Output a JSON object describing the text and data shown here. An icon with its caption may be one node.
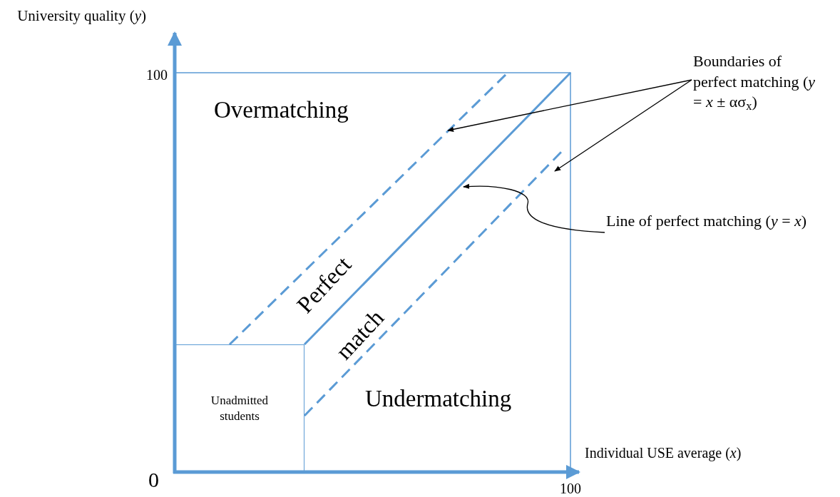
{
  "diagram": {
    "nodes": [
      {
        "text": [
          "Unadmitted students"
        ]
      },
      {
        "text": [
          "Boundaries of perfect matching (*y* = *x* ± ασ$_{x}$)"
        ]
      },
      {
        "text": [
          "Line of perfect matching (*y* = *x*)"
        ]
      }
    ],
    "edges": [
      {
        "from": 1,
        "to": null,
        "arrow": "to"
      },
      {
        "from": 1,
        "to": null,
        "arrow": "to"
      },
      {
        "from": 2,
        "to": null,
        "arrow": "to"
      }
    ],
    "labels": [
      "University quality (*y*)",
      "100",
      "Overmatching",
      "Perfect",
      "match",
      "Undermatching",
      "Individual USE average (*x*)",
      "0",
      "100"
    ]
  }
}
